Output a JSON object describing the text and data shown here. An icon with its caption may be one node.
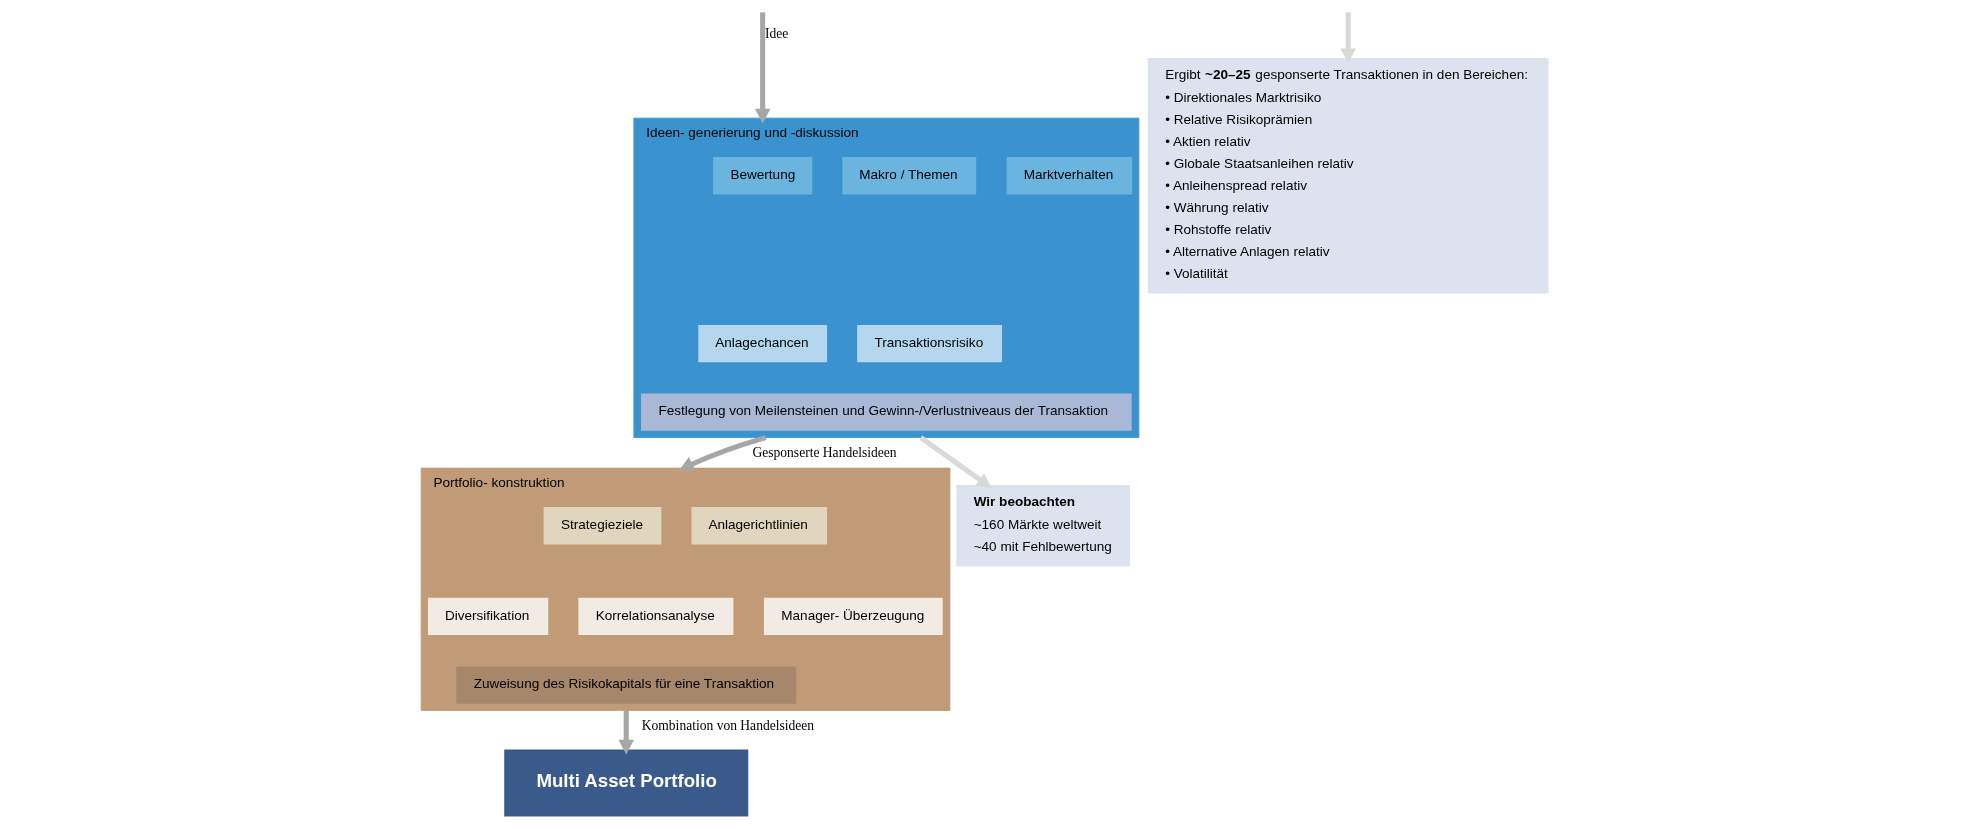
{
  "diagram": {
    "nodes": [
      {
        "text": [
          "Ideen- generierung und -diskussion"
        ]
      },
      {
        "text": [
          "Bewertung"
        ],
        "in": 0
      },
      {
        "text": [
          "Makro / Themen"
        ],
        "in": 0
      },
      {
        "text": [
          "Marktverhalten"
        ],
        "in": 0
      },
      {
        "text": [
          "Anlagechancen"
        ],
        "in": 0
      },
      {
        "text": [
          "Transaktionsrisiko"
        ],
        "in": 0
      },
      {
        "text": [
          "Festlegung von Meilensteinen und Gewinn-/Verlustniveaus der Transaktion"
        ],
        "in": 0
      },
      {
        "text": [
          "Portfolio- konstruktion"
        ]
      },
      {
        "text": [
          "Strategieziele"
        ],
        "in": 7
      },
      {
        "text": [
          "Anlagerichtlinien"
        ],
        "in": 7
      },
      {
        "text": [
          "Diversifikation"
        ],
        "in": 7
      },
      {
        "text": [
          "Korrelationsanalyse"
        ],
        "in": 7
      },
      {
        "text": [
          "Manager- Überzeugung"
        ],
        "in": 7
      },
      {
        "text": [
          "Zuweisung des Risikokapitals für eine Transaktion"
        ],
        "in": 7
      },
      {
        "text": [
          "Multi Asset Portfolio"
        ]
      },
      {
        "text": [
          "Wir beobachten",
          "~160 Märkte weltweit",
          "~40 mit Fehlbewertung"
        ]
      },
      {
        "text": [
          "Ergibt **~20–25** gesponserte Transaktionen in den Bereichen:",
          "• Direktionales Marktrisiko",
          "• Relative Risikoprämien",
          "• Aktien relativ",
          "• Globale Staatsanleihen relativ",
          "• Anleihenspread relativ",
          "• Währung relativ",
          "• Rohstoffe relativ",
          "• Alternative Anlagen relativ",
          "• Volatilität"
        ]
      }
    ],
    "edges": [
      {
        "from": null,
        "to": 0,
        "arrow": "to",
        "label": "Idee"
      },
      {
        "from": 0,
        "to": 15,
        "arrow": "to",
        "color": "#d9d9d9"
      },
      {
        "from": 0,
        "to": 7,
        "arrow": "to",
        "label": "Gesponserte Handelsideen"
      },
      {
        "from": null,
        "to": 16,
        "arrow": "to",
        "color": "#d9d9d9"
      },
      {
        "from": 7,
        "to": 14,
        "arrow": "to",
        "label": "Kombination von Handelsideen"
      }
    ]
  }
}
